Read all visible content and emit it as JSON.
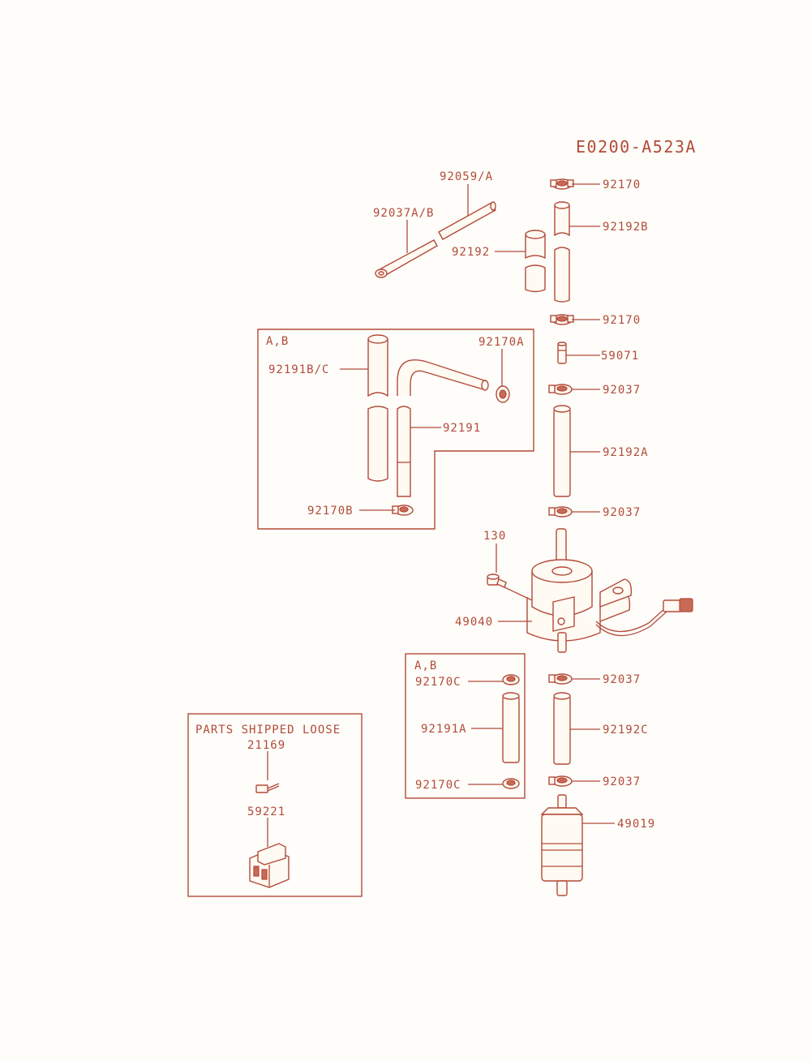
{
  "diagram_code": "E0200-A523A",
  "group_ab_label": "A,B",
  "group_ab2_label": "A,B",
  "loose_box": {
    "title": "PARTS SHIPPED LOOSE",
    "part_terminal": "21169",
    "part_connector": "59221"
  },
  "parts": {
    "p92059A": "92059/A",
    "p92037AB": "92037A/B",
    "p92192": "92192",
    "p92170_top": "92170",
    "p92192B": "92192B",
    "p92170_mid": "92170",
    "p59071": "59071",
    "p92037_a": "92037",
    "p92192A": "92192A",
    "p92037_b": "92037",
    "p92191BC": "92191B/C",
    "p92170A": "92170A",
    "p92191": "92191",
    "p92170B": "92170B",
    "p130": "130",
    "p49040": "49040",
    "p92037_c": "92037",
    "p92192C": "92192C",
    "p92037_d": "92037",
    "p49019": "49019",
    "p92170C_top": "92170C",
    "p92191A": "92191A",
    "p92170C_bot": "92170C"
  }
}
